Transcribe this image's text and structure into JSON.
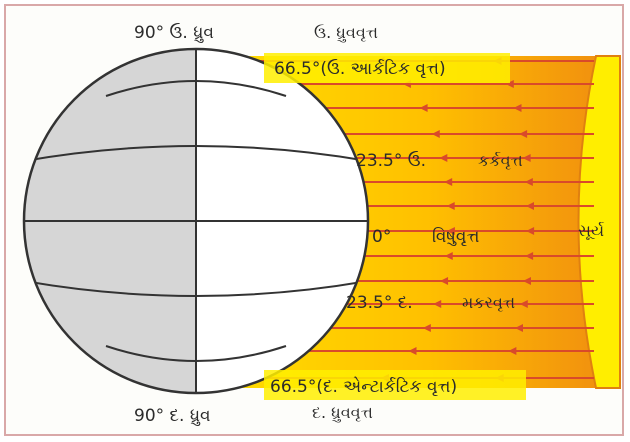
{
  "labels": {
    "north_pole": "90° ઉ. ધ્રુવ",
    "north_polar_circle": "ઉ. ધ્રુવવૃત્ત",
    "arctic": "66.5°(ઉ. આર્કટિક વૃત્ત)",
    "cancer_deg": "23.5° ઉ.",
    "cancer_name": "કર્કવૃત્ત",
    "equator_deg": "0°",
    "equator_name": "વિષુવૃત્ત",
    "capricorn_deg": "23.5° દ.",
    "capricorn_name": "મકરવૃત્ત",
    "antarctic": "66.5°(દ. એન્ટાર્કટિક વૃત્ત)",
    "south_pole": "90° દ. ધ્રુવ",
    "south_polar_circle": "દ. ધ્રુવવૃત્ત",
    "sun": "સૂર્ય"
  },
  "colors": {
    "dark_side": "#d6d6d6",
    "light_side": "#ffffff",
    "ray": "#d94a2a",
    "sun_core": "#ffee00",
    "gradient_edge": "#f5a623"
  },
  "icons": {
    "ray_arrow": "arrow-left-icon"
  }
}
